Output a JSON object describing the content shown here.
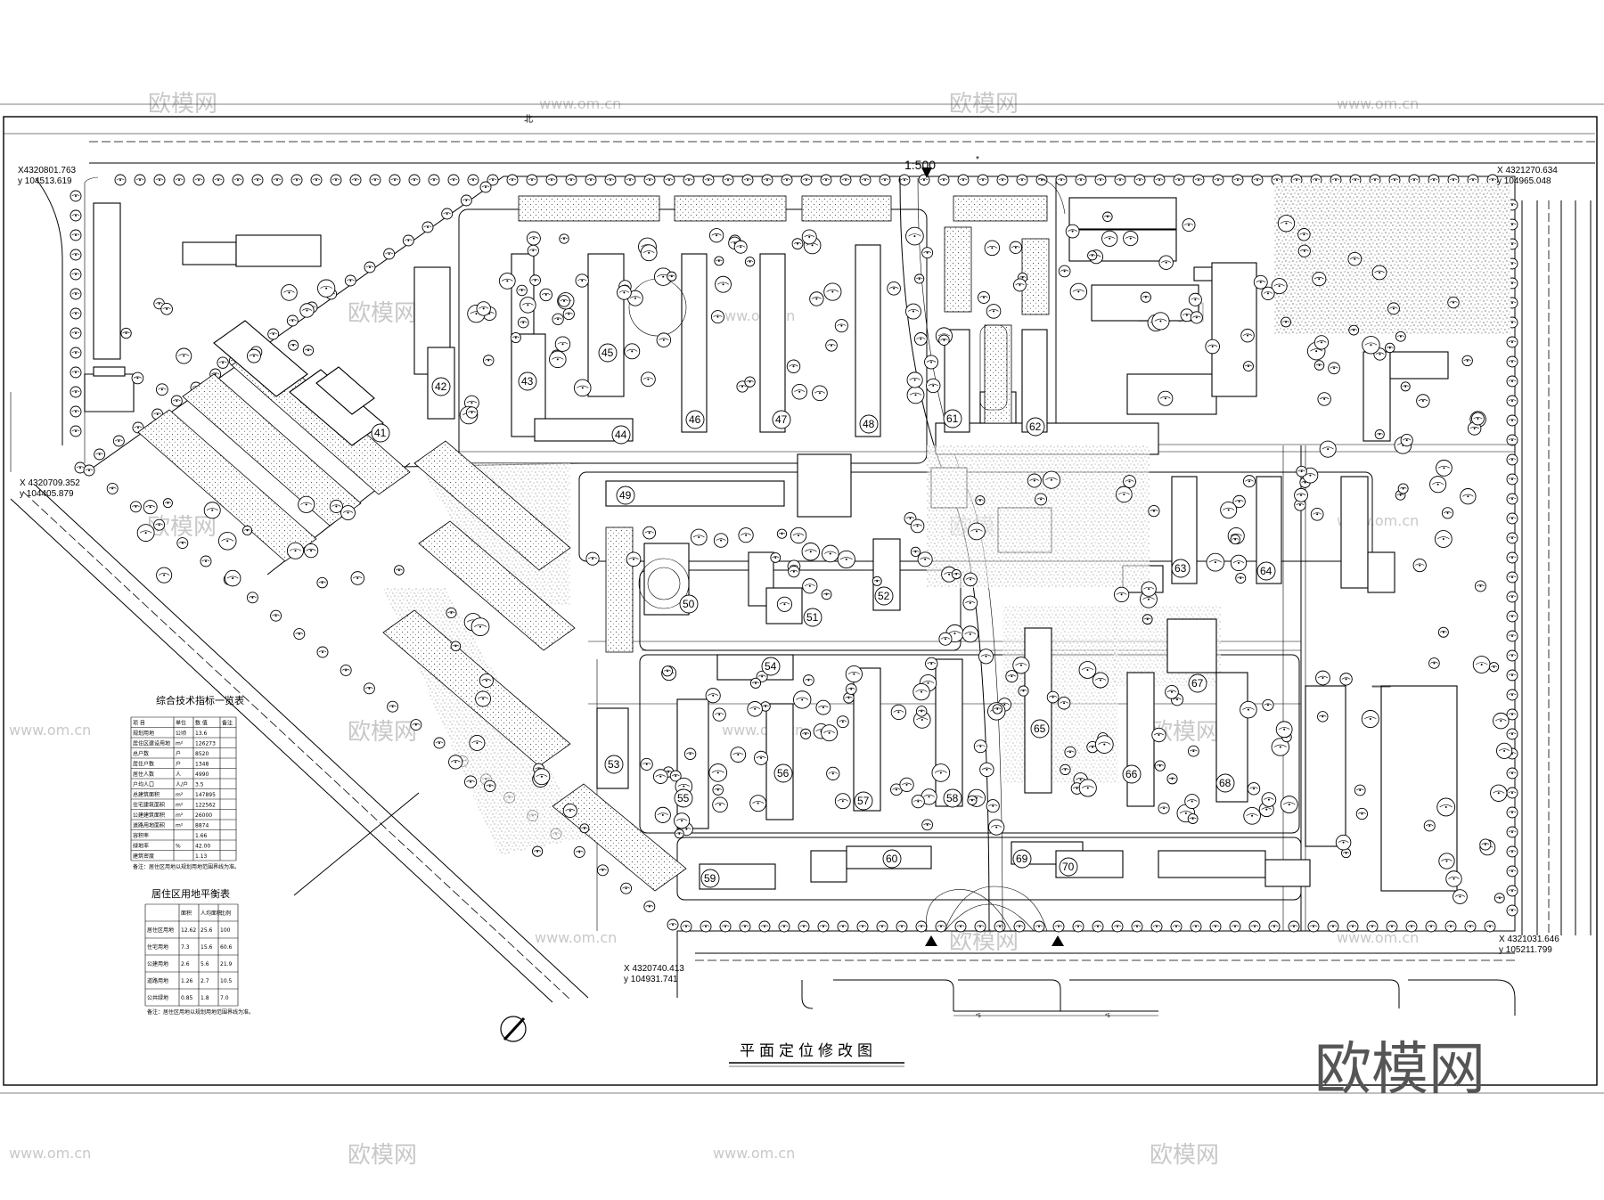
{
  "drawing": {
    "title": "平面定位修改图",
    "scale": "1:500",
    "north_label": "北"
  },
  "coordinates": [
    {
      "id": "c1",
      "x": "X4320801.763",
      "y": "y 104513.619"
    },
    {
      "id": "c2",
      "x": "X 4321270.634",
      "y": "y 104965.048"
    },
    {
      "id": "c3",
      "x": "X 4320709.352",
      "y": "y 104405.879"
    },
    {
      "id": "c4",
      "x": "X 4320740.413",
      "y": "y 104931.741"
    },
    {
      "id": "c5",
      "x": "X 4321031.646",
      "y": "y 105211.799"
    }
  ],
  "buildings": [
    "41",
    "42",
    "43",
    "44",
    "45",
    "46",
    "47",
    "48",
    "49",
    "50",
    "51",
    "52",
    "53",
    "54",
    "55",
    "56",
    "57",
    "58",
    "59",
    "60",
    "61",
    "62",
    "63",
    "64",
    "65",
    "66",
    "67",
    "68",
    "69",
    "70"
  ],
  "tables": {
    "indicators_title": "综合技术指标一览表",
    "indicators_headers": [
      "项 目",
      "单位",
      "数 值",
      "备注"
    ],
    "indicators_rows": [
      [
        "规划用地",
        "公顷",
        "13.6",
        ""
      ],
      [
        "居住区建设用地",
        "m²",
        "126273",
        ""
      ],
      [
        "总户数",
        "户",
        "8520",
        ""
      ],
      [
        "居住户数",
        "户",
        "1348",
        ""
      ],
      [
        "居住人数",
        "人",
        "4990",
        ""
      ],
      [
        "户均人口",
        "人/户",
        "3.5",
        ""
      ],
      [
        "总建筑面积",
        "m²",
        "147895",
        ""
      ],
      [
        "住宅建筑面积",
        "m²",
        "122562",
        ""
      ],
      [
        "公建建筑面积",
        "m²",
        "26000",
        ""
      ],
      [
        "道路用地面积",
        "m²",
        "8874",
        ""
      ],
      [
        "容积率",
        "",
        "1.66",
        ""
      ],
      [
        "绿地率",
        "%",
        "42.00",
        ""
      ],
      [
        "建筑密度",
        "",
        "1.13",
        ""
      ]
    ],
    "indicators_note": "备注：居住区用地以规划用地范围界线为准。",
    "landuse_title": "居住区用地平衡表",
    "landuse_headers": [
      "",
      "面积",
      "人均面积",
      "比例"
    ],
    "landuse_rows": [
      [
        "居住区用地",
        "12.62",
        "25.6",
        "100"
      ],
      [
        "住宅用地",
        "7.3",
        "15.6",
        "60.6"
      ],
      [
        "公建用地",
        "2.6",
        "5.6",
        "21.9"
      ],
      [
        "道路用地",
        "1.26",
        "2.7",
        "10.5"
      ],
      [
        "公共绿地",
        "0.85",
        "1.8",
        "7.0"
      ]
    ],
    "landuse_note": "备注：居住区用地以规划用地范围界线为准。"
  },
  "watermark": {
    "brand": "欧模网",
    "site": "www.om.cn"
  }
}
